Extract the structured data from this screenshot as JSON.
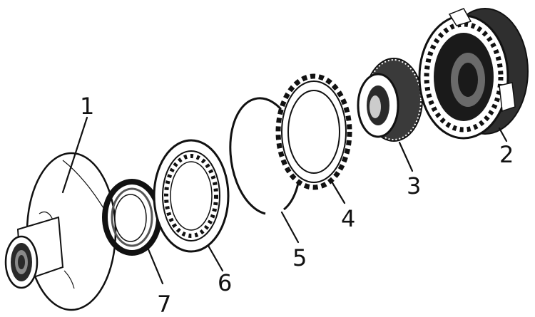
{
  "colors": {
    "ink": "#111111",
    "paper": "#ffffff",
    "shade": "#3a3a3a"
  },
  "parts": [
    {
      "id": "flange",
      "callout": "1"
    },
    {
      "id": "clutch-drum",
      "callout": "2"
    },
    {
      "id": "bearing-hub",
      "callout": "3"
    },
    {
      "id": "toothed-disc",
      "callout": "4"
    },
    {
      "id": "snap-ring",
      "callout": "5"
    },
    {
      "id": "friction-disc",
      "callout": "6"
    },
    {
      "id": "seal-ring",
      "callout": "7"
    }
  ]
}
